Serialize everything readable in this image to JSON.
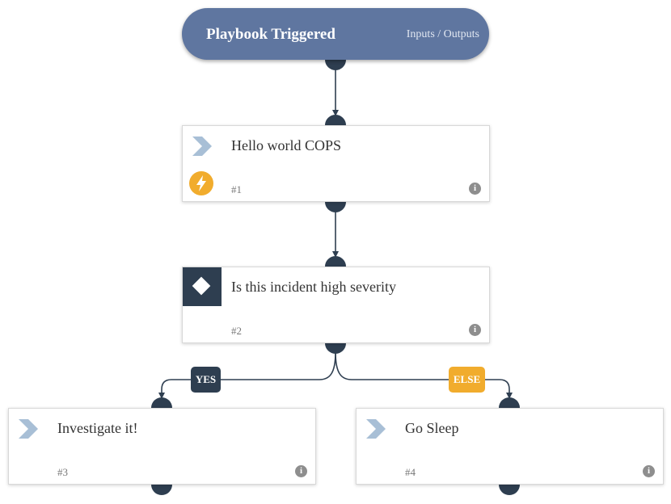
{
  "trigger": {
    "title": "Playbook Triggered",
    "io_label": "Inputs / Outputs"
  },
  "tasks": [
    {
      "name": "Hello world COPS",
      "number": "#1",
      "type": "regular",
      "icon": "chevron-icon",
      "badge_icon": "lightning-bolt-icon"
    },
    {
      "name": "Is this incident high severity",
      "number": "#2",
      "type": "condition",
      "icon": "diamond-icon"
    },
    {
      "name": "Investigate it!",
      "number": "#3",
      "type": "regular",
      "icon": "chevron-icon"
    },
    {
      "name": "Go Sleep",
      "number": "#4",
      "type": "regular",
      "icon": "chevron-icon"
    }
  ],
  "branches": {
    "yes": "YES",
    "else": "ELSE"
  },
  "colors": {
    "trigger": "#5f76a0",
    "connector": "#2e3e50",
    "yes_label": "#2e3e50",
    "else_label": "#f1ac2d",
    "chevron": "#a8bfd6",
    "bolt_badge": "#f1ac2d"
  }
}
